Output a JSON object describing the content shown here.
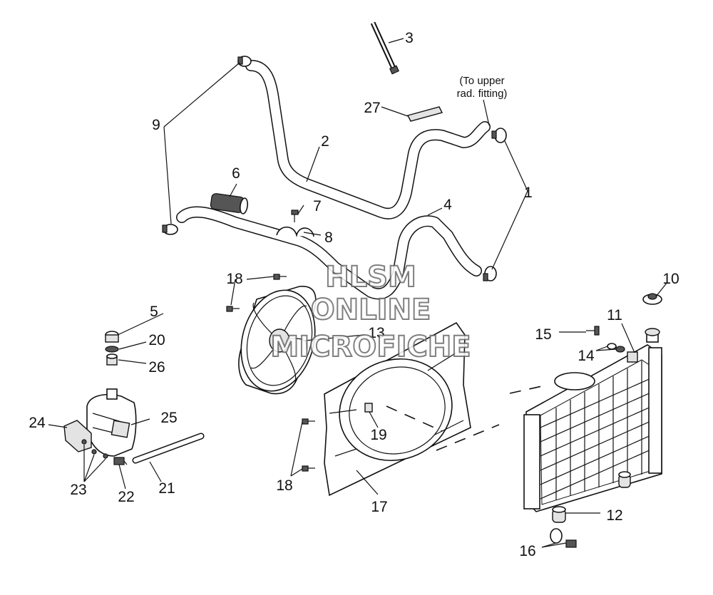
{
  "callouts": {
    "c1": "1",
    "c2": "2",
    "c3": "3",
    "c4": "4",
    "c5": "5",
    "c6": "6",
    "c7": "7",
    "c8": "8",
    "c9": "9",
    "c10": "10",
    "c11": "11",
    "c12": "12",
    "c13": "13",
    "c14": "14",
    "c15": "15",
    "c16": "16",
    "c17": "17",
    "c18a": "18",
    "c18b": "18",
    "c19": "19",
    "c20": "20",
    "c21": "21",
    "c22": "22",
    "c23": "23",
    "c24": "24",
    "c25": "25",
    "c26": "26",
    "c27": "27"
  },
  "note": {
    "line1": "(To upper",
    "line2": "rad. fitting)"
  },
  "watermark": {
    "line1": "HLSM",
    "line2": "ONLINE",
    "line3": "MICROFICHE"
  }
}
